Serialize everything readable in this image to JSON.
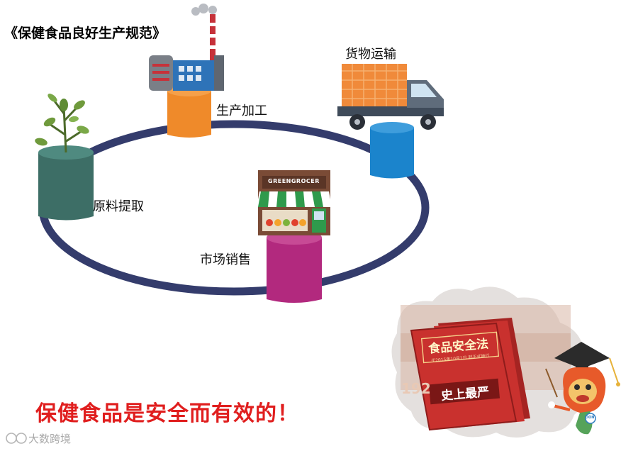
{
  "doc_title": "《保健食品良好生产规范》",
  "stages": {
    "raw_material": "原料提取",
    "production": "生产加工",
    "transport": "货物运输",
    "sales": "市场销售"
  },
  "shop_sign": "GREENGROCER",
  "slogan": "保健食品是安全而有效的！",
  "law_book": {
    "title": "食品安全法",
    "subtitle": "于2015年10月1日 起正式施行",
    "badge": "史上最严",
    "year_fragment": "192"
  },
  "mascot_badge": "LION",
  "watermark": "大数跨境",
  "colors": {
    "ring": "#343c6c",
    "raw_cylinder": "#3d6e66",
    "production_cylinder": "#ef8a2a",
    "transport_cylinder": "#1b84cc",
    "sales_cylinder": "#b2297e",
    "law_book": "#c9312e",
    "slogan": "#e01e1e"
  }
}
